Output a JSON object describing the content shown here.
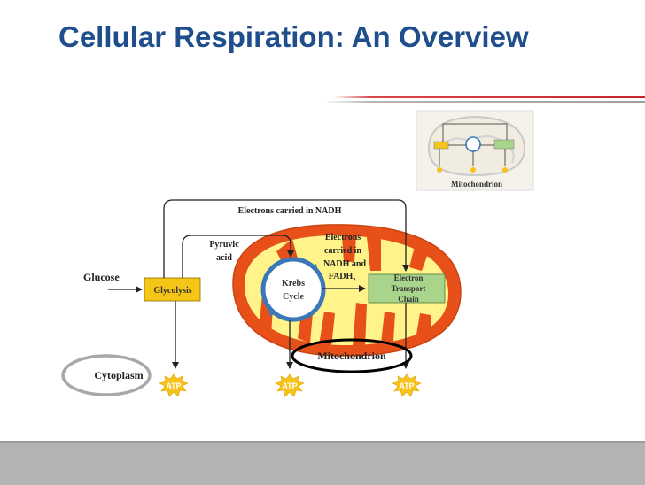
{
  "title": "Cellular Respiration: An Overview",
  "colors": {
    "title": "#1f4e8c",
    "mito_outer": "#e8501a",
    "mito_inner": "#fff38a",
    "glycolysis_box": "#f5c518",
    "etc_box": "#a8d48c",
    "krebs_ring": "#3a78b8",
    "atp_burst": "#f7c21a",
    "highlight_ring": "#000000",
    "cytoplasm_ring": "#a8a8a8",
    "footer": "#b3b3b3"
  },
  "thumbnail": {
    "label": "Mitochondrion"
  },
  "diagram": {
    "glucose": "Glucose",
    "glycolysis": "Glycolysis",
    "pyruvic_1": "Pyruvic",
    "pyruvic_2": "acid",
    "nadh_top": "Electrons carried in NADH",
    "electrons_1": "Electrons",
    "electrons_2": "carried in",
    "electrons_3": "NADH and",
    "electrons_4": "FADH",
    "electrons_sub": "2",
    "krebs_1": "Krebs",
    "krebs_2": "Cycle",
    "etc_1": "Electron",
    "etc_2": "Transport",
    "etc_3": "Chain",
    "mitochondrion": "Mitochondrion",
    "cytoplasm": "Cytoplasm",
    "atp": "ATP"
  }
}
